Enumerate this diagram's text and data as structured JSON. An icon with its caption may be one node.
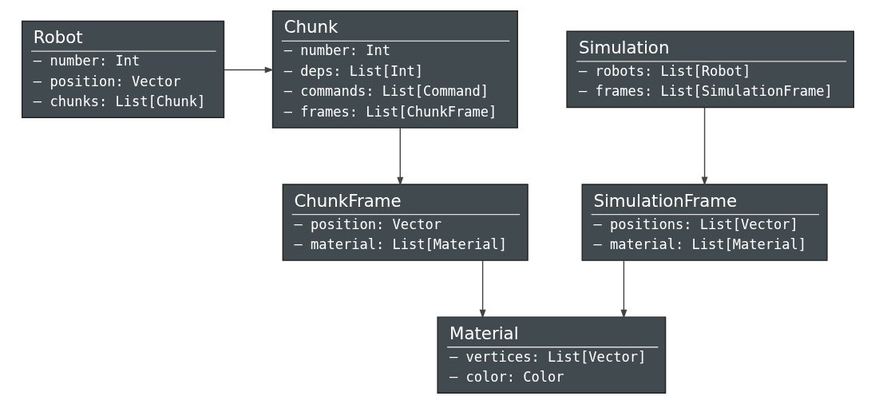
{
  "diagram": {
    "nodes": [
      {
        "text": [
          "Robot",
          "– number: Int",
          "– position: Vector",
          "– chunks: List[Chunk]"
        ]
      },
      {
        "text": [
          "Chunk",
          "– number: Int",
          "– deps: List[Int]",
          "– commands: List[Command]",
          "– frames: List[ChunkFrame]"
        ]
      },
      {
        "text": [
          "Simulation",
          "– robots: List[Robot]",
          "– frames: List[SimulationFrame]"
        ]
      },
      {
        "text": [
          "ChunkFrame",
          "– position: Vector",
          "– material: List[Material]"
        ]
      },
      {
        "text": [
          "SimulationFrame",
          "– positions: List[Vector]",
          "– material: List[Material]"
        ]
      },
      {
        "text": [
          "Material",
          "– vertices: List[Vector]",
          "– color: Color"
        ]
      }
    ],
    "edges": [
      {
        "from": 0,
        "to": 1,
        "arrow": "to"
      },
      {
        "from": 1,
        "to": 3,
        "arrow": "to"
      },
      {
        "from": 3,
        "to": 5,
        "arrow": "to"
      },
      {
        "from": 2,
        "to": 4,
        "arrow": "to"
      },
      {
        "from": 4,
        "to": 5,
        "arrow": "to"
      }
    ]
  }
}
